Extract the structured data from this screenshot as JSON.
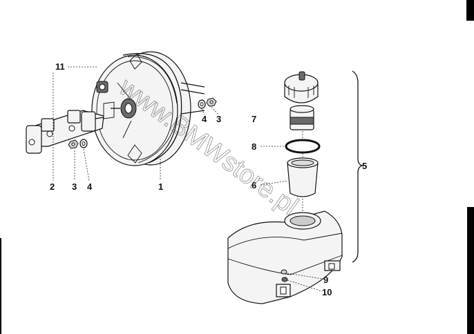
{
  "diagram": {
    "watermark": "www.BMWstore.pl",
    "callouts": {
      "c1": "1",
      "c2": "2",
      "c3a": "3",
      "c3b": "3",
      "c4a": "4",
      "c4b": "4",
      "c5": "5",
      "c6": "6",
      "c7": "7",
      "c8": "8",
      "c9": "9",
      "c10": "10",
      "c11": "11"
    }
  }
}
